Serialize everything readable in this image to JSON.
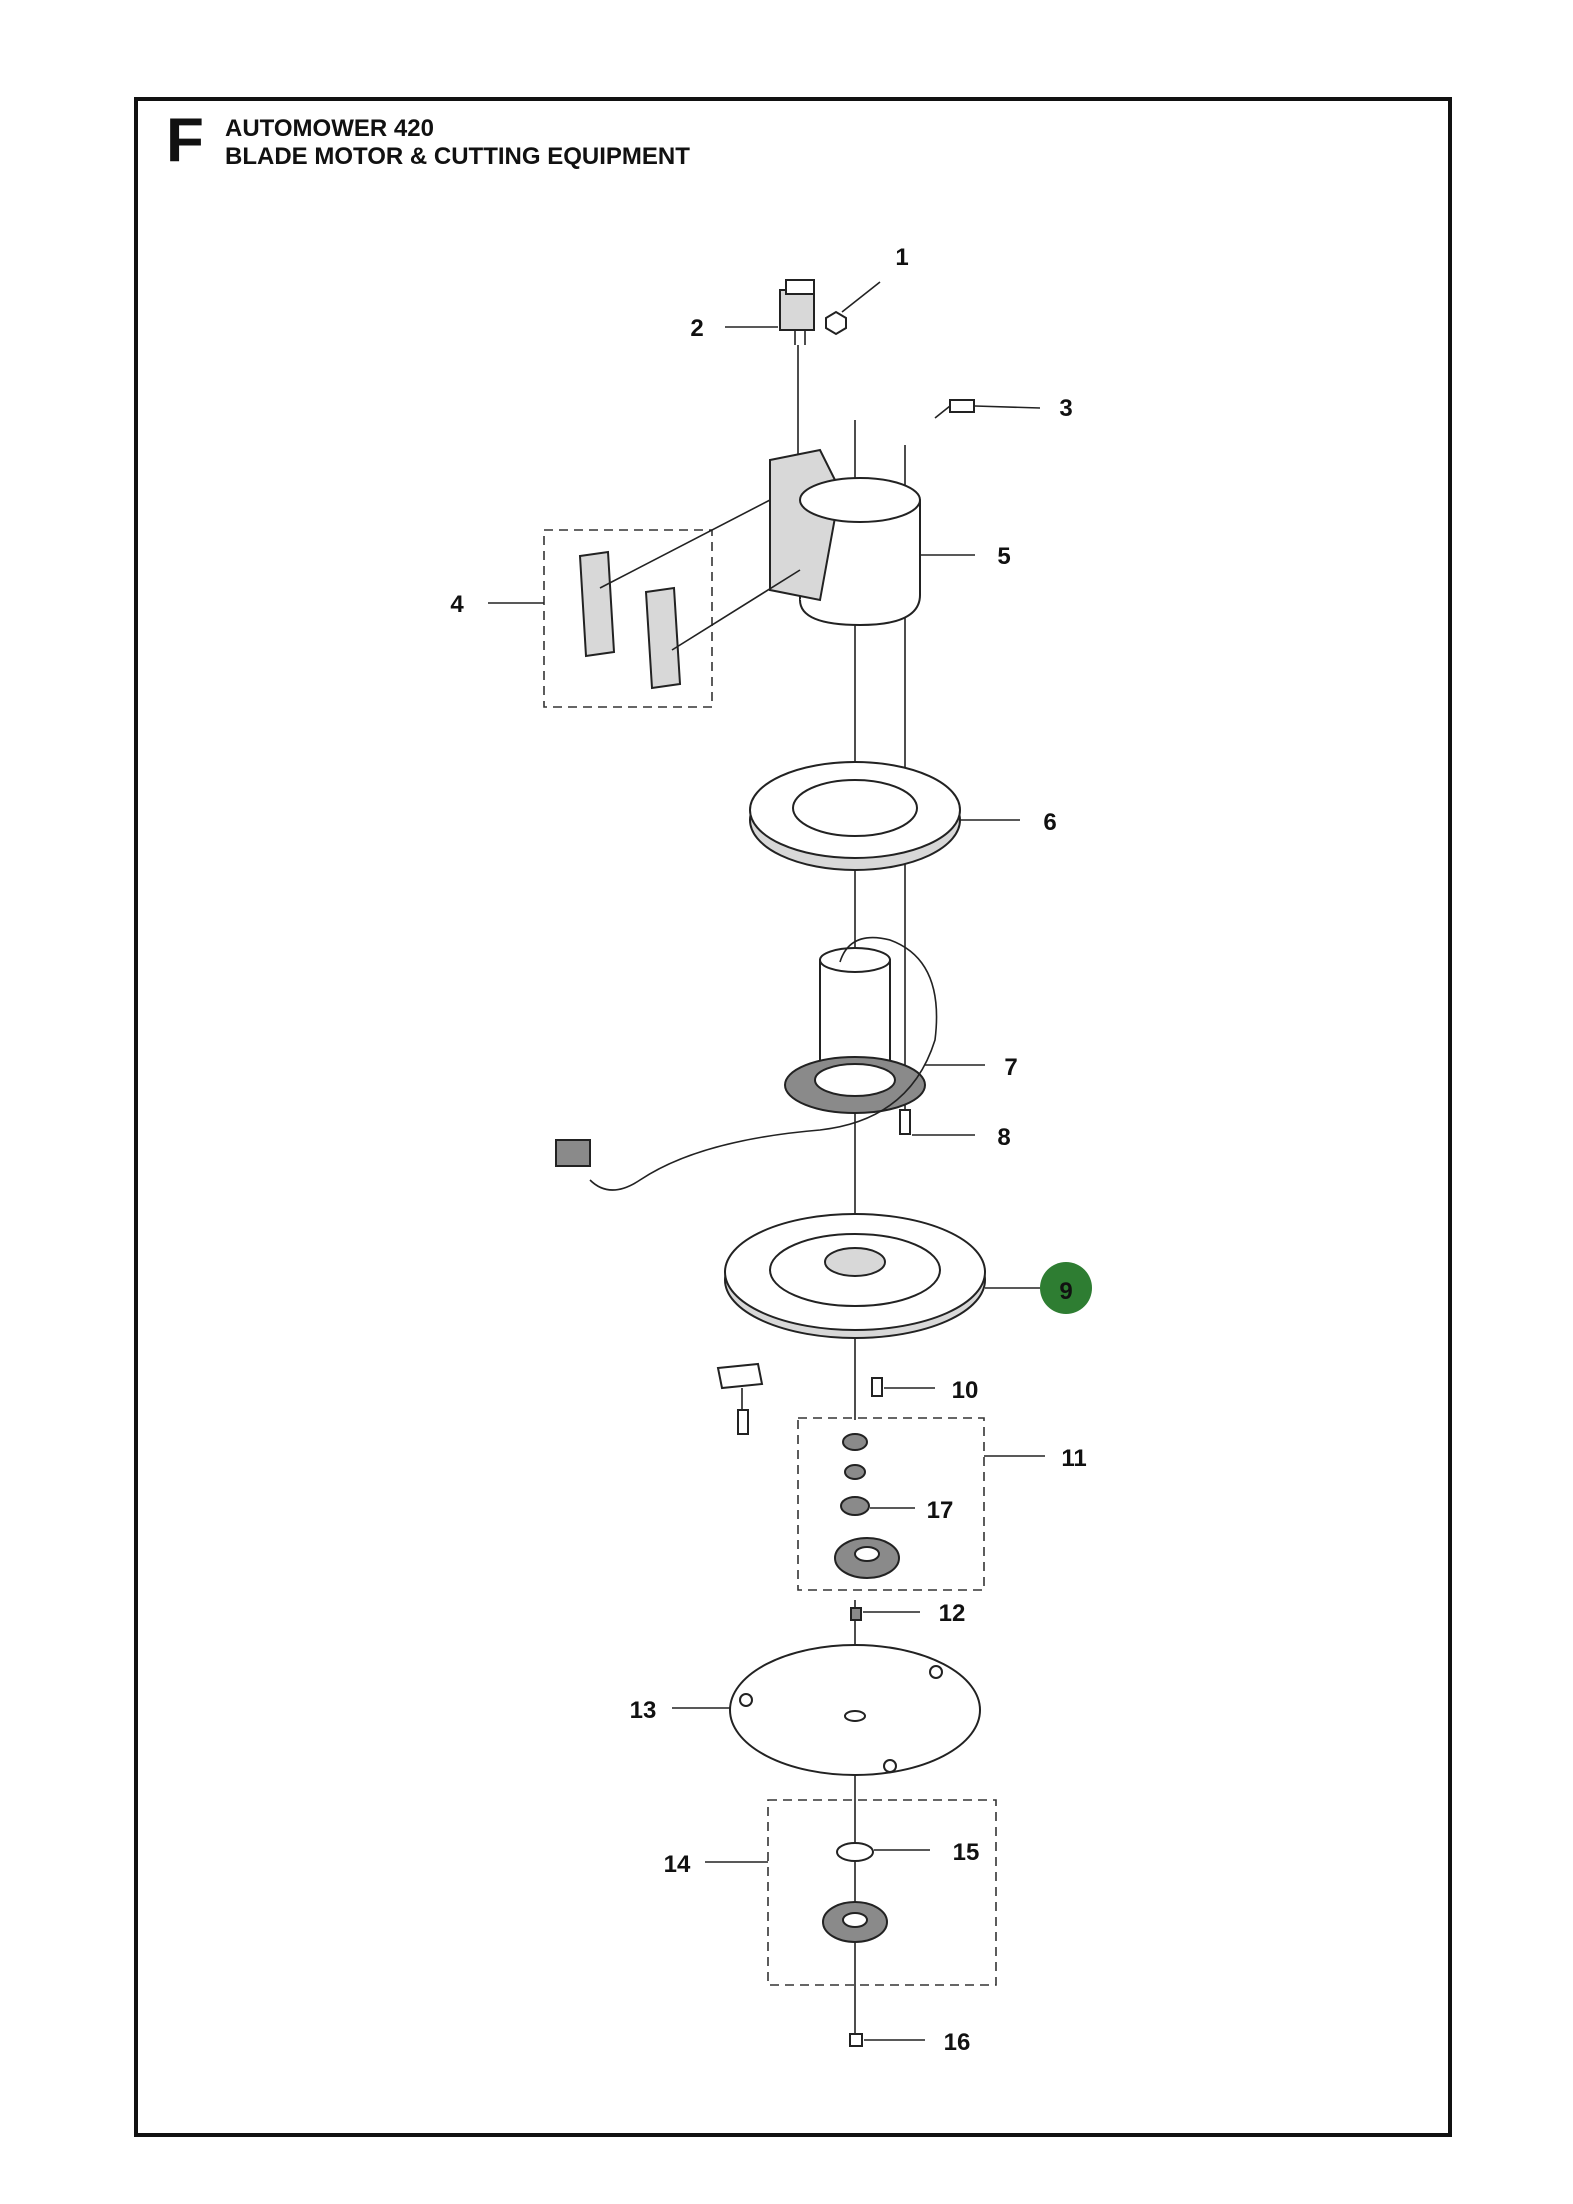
{
  "header": {
    "section_letter": "F",
    "model": "AUTOMOWER 420",
    "section_title": "BLADE MOTOR & CUTTING EQUIPMENT"
  },
  "callouts": [
    "1",
    "2",
    "3",
    "4",
    "5",
    "6",
    "7",
    "8",
    "9",
    "10",
    "11",
    "12",
    "13",
    "14",
    "15",
    "16",
    "17"
  ],
  "highlight": {
    "callout": "9",
    "color": "#2e7d32",
    "text_color": "#ffffff"
  },
  "colors": {
    "line": "#222222",
    "fill_light": "#d8d8d8",
    "fill_dark": "#8a8a8a"
  }
}
